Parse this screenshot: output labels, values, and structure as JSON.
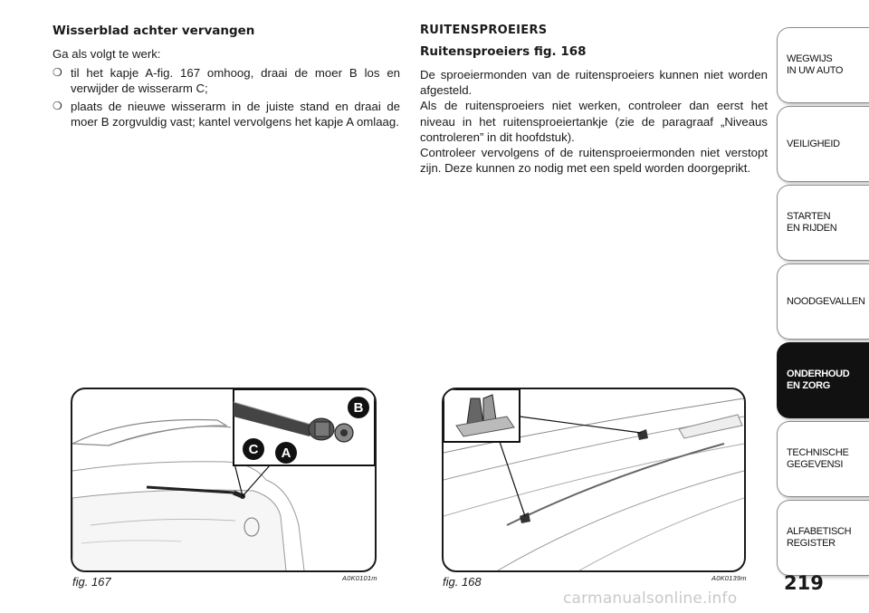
{
  "left": {
    "heading": "Wisserblad achter vervangen",
    "intro": "Ga als volgt te werk:",
    "bullets": [
      "til het kapje A-fig. 167 omhoog, draai de moer B los en verwijder de wisserarm C;",
      "plaats de nieuwe wisserarm in de juiste stand en draai de moer B zorgvuldig vast; kantel vervolgens het kapje A omlaag."
    ],
    "bullet_symbol": "❍"
  },
  "right": {
    "section": "RUITENSPROEIERS",
    "subheading": "Ruitensproeiers fig. 168",
    "paragraphs": [
      "De sproeiermonden van de ruitensproeiers kunnen niet worden afgesteld.",
      "Als de ruitensproeiers niet werken, controleer dan eerst het niveau in het ruitensproeiertankje (zie de paragraaf „Niveaus controleren” in dit hoofdstuk).",
      "Controleer vervolgens of de ruitensproeiermonden niet verstopt zijn. Deze kunnen zo nodig met een speld worden doorgeprikt."
    ]
  },
  "figures": {
    "fig167": {
      "label": "fig. 167",
      "code": "A0K0101m",
      "callouts": [
        "B",
        "C",
        "A"
      ]
    },
    "fig168": {
      "label": "fig. 168",
      "code": "A0K0139m"
    }
  },
  "sidebar": {
    "tabs": [
      {
        "label": "WEGWIJS\nIN UW AUTO",
        "active": false
      },
      {
        "label": "VEILIGHEID",
        "active": false
      },
      {
        "label": "STARTEN\nEN RIJDEN",
        "active": false
      },
      {
        "label": "NOODGEVALLEN",
        "active": false
      },
      {
        "label": "ONDERHOUD\nEN ZORG",
        "active": true
      },
      {
        "label": "TECHNISCHE\nGEGEVENSI",
        "active": false
      },
      {
        "label": "ALFABETISCH\nREGISTER",
        "active": false
      }
    ]
  },
  "page_number": "219",
  "watermark": "carmanualsonline.info"
}
